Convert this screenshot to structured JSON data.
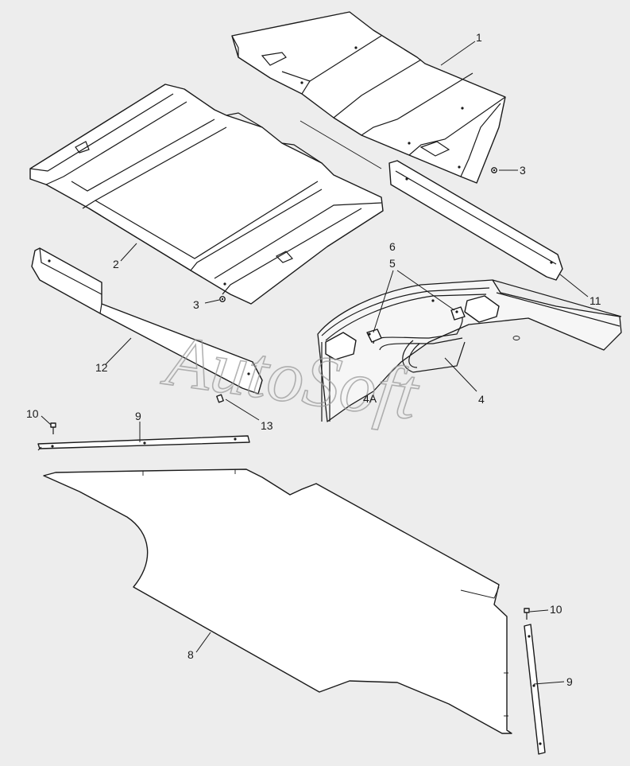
{
  "callouts": {
    "c1": "1",
    "c2": "2",
    "c3a": "3",
    "c3b": "3",
    "c4": "4",
    "c4a": "4A",
    "c5": "5",
    "c6": "6",
    "c8": "8",
    "c9a": "9",
    "c9b": "9",
    "c10a": "10",
    "c10b": "10",
    "c11": "11",
    "c12": "12",
    "c13": "13"
  },
  "watermark": "AutoSoft",
  "colors": {
    "background": "#ededed",
    "line": "#1a1a1a",
    "watermark": "#9a9a9a"
  }
}
